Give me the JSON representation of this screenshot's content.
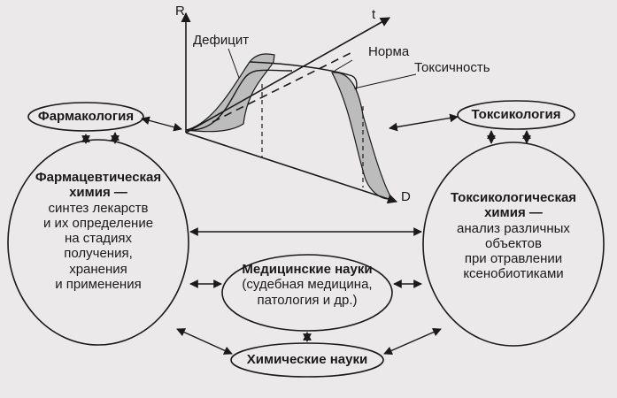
{
  "graph": {
    "axis_r": "R",
    "axis_t": "t",
    "axis_d": "D",
    "label_deficit": "Дефицит",
    "label_norm": "Норма",
    "label_toxicity": "Токсичность"
  },
  "nodes": {
    "pharmacology": "Фармакология",
    "toxicology": "Токсикология",
    "pharm_chem": {
      "title_line1": "Фармацевтическая",
      "title_line2": "химия —",
      "body": [
        "синтез лекарств",
        "и их определение",
        "на стадиях",
        "получения,",
        "хранения",
        "и применения"
      ]
    },
    "tox_chem": {
      "title_line1": "Токсикологическая",
      "title_line2": "химия —",
      "body": [
        "анализ различных",
        "объектов",
        "при отравлении",
        "ксенобиотиками"
      ]
    },
    "medical": {
      "title": "Медицинские науки",
      "body": [
        "(судебная медицина,",
        "патология и др.)"
      ]
    },
    "chemical": "Химические науки"
  },
  "colors": {
    "background": "#ece9eb",
    "ink": "#1a1a1a",
    "shade": "#bcbcbc"
  }
}
